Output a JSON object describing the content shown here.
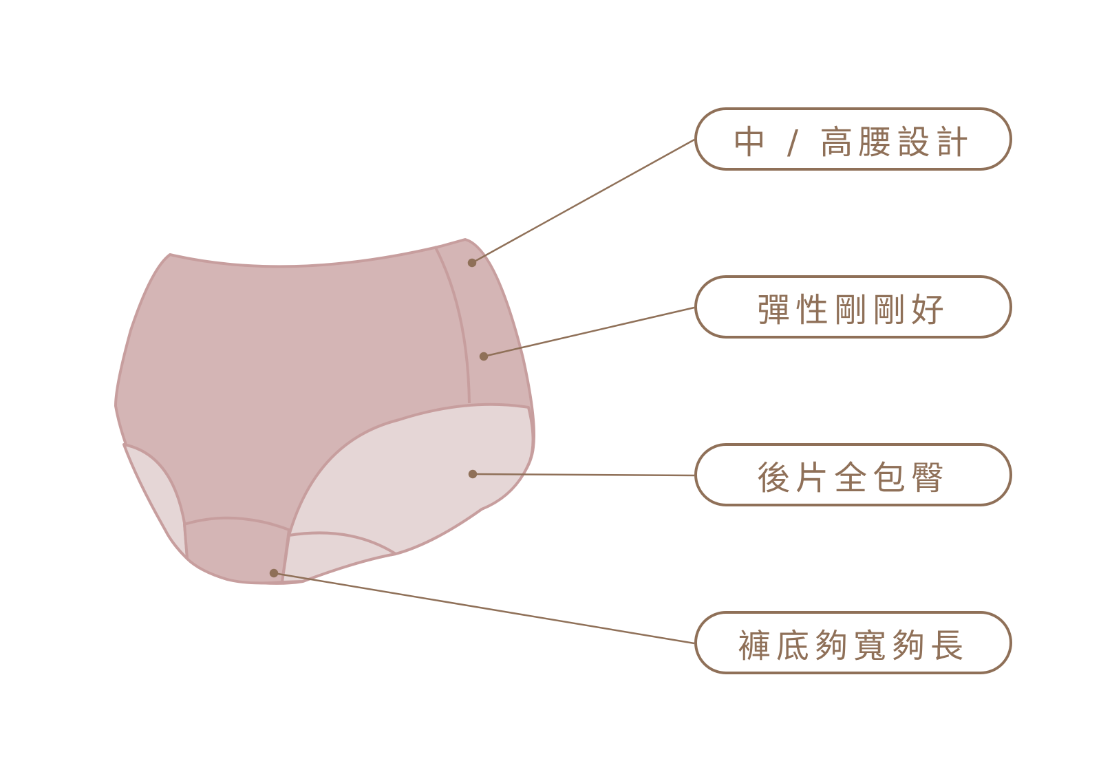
{
  "colors": {
    "accent": "#8f7058",
    "fabric": "#d4b5b5",
    "fabric_light": "#e5d6d6",
    "seam": "#c79e9e"
  },
  "labels": [
    {
      "text": "中 / 高腰設計"
    },
    {
      "text": "彈性剛剛好"
    },
    {
      "text": "後片全包臀"
    },
    {
      "text": "褲底夠寬夠長"
    }
  ]
}
